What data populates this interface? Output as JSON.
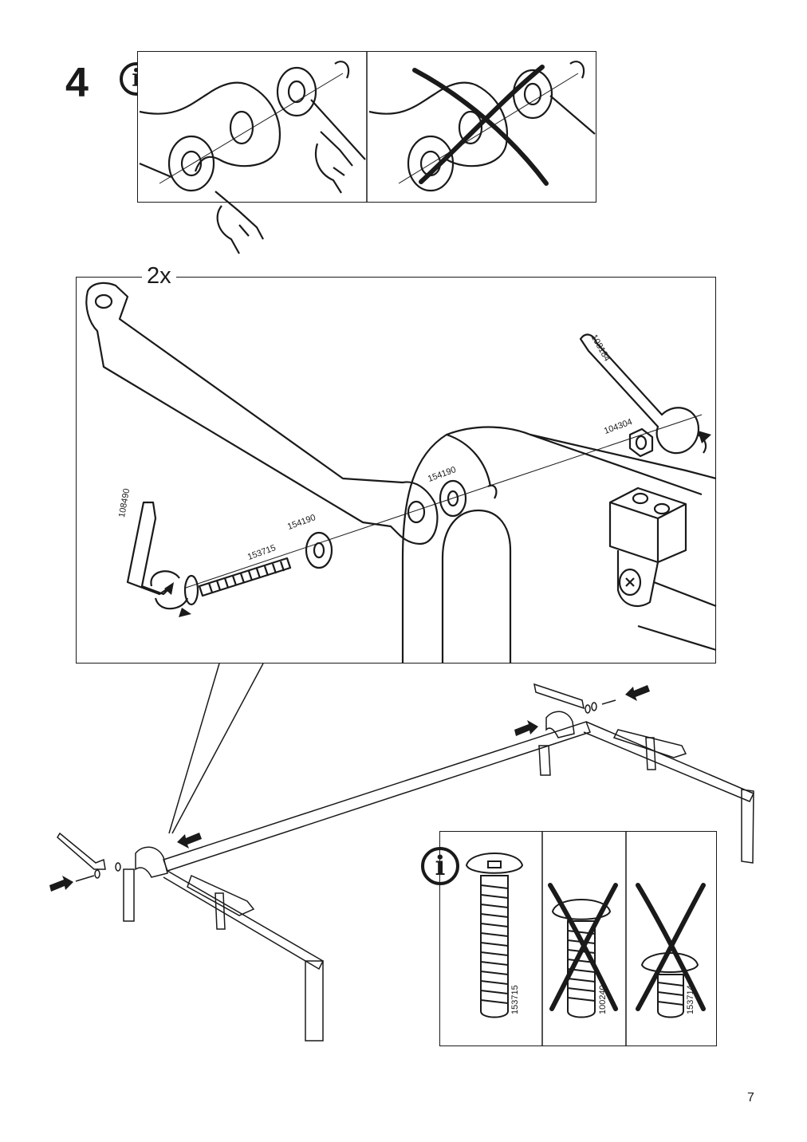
{
  "step": {
    "number": "4",
    "quantity": "2x"
  },
  "info_icon": {
    "symbol": "i"
  },
  "parts": {
    "allen_key": "108490",
    "bolt": "153715",
    "washer_left": "154190",
    "washer_right": "154190",
    "wrench": "108184",
    "nut": "104304"
  },
  "bolt_comparison": [
    {
      "code": "153715",
      "status": "correct"
    },
    {
      "code": "100240",
      "status": "incorrect"
    },
    {
      "code": "153714",
      "status": "incorrect"
    }
  ],
  "page": {
    "number": "7"
  },
  "colors": {
    "ink": "#1a1a1a",
    "background": "#ffffff"
  }
}
